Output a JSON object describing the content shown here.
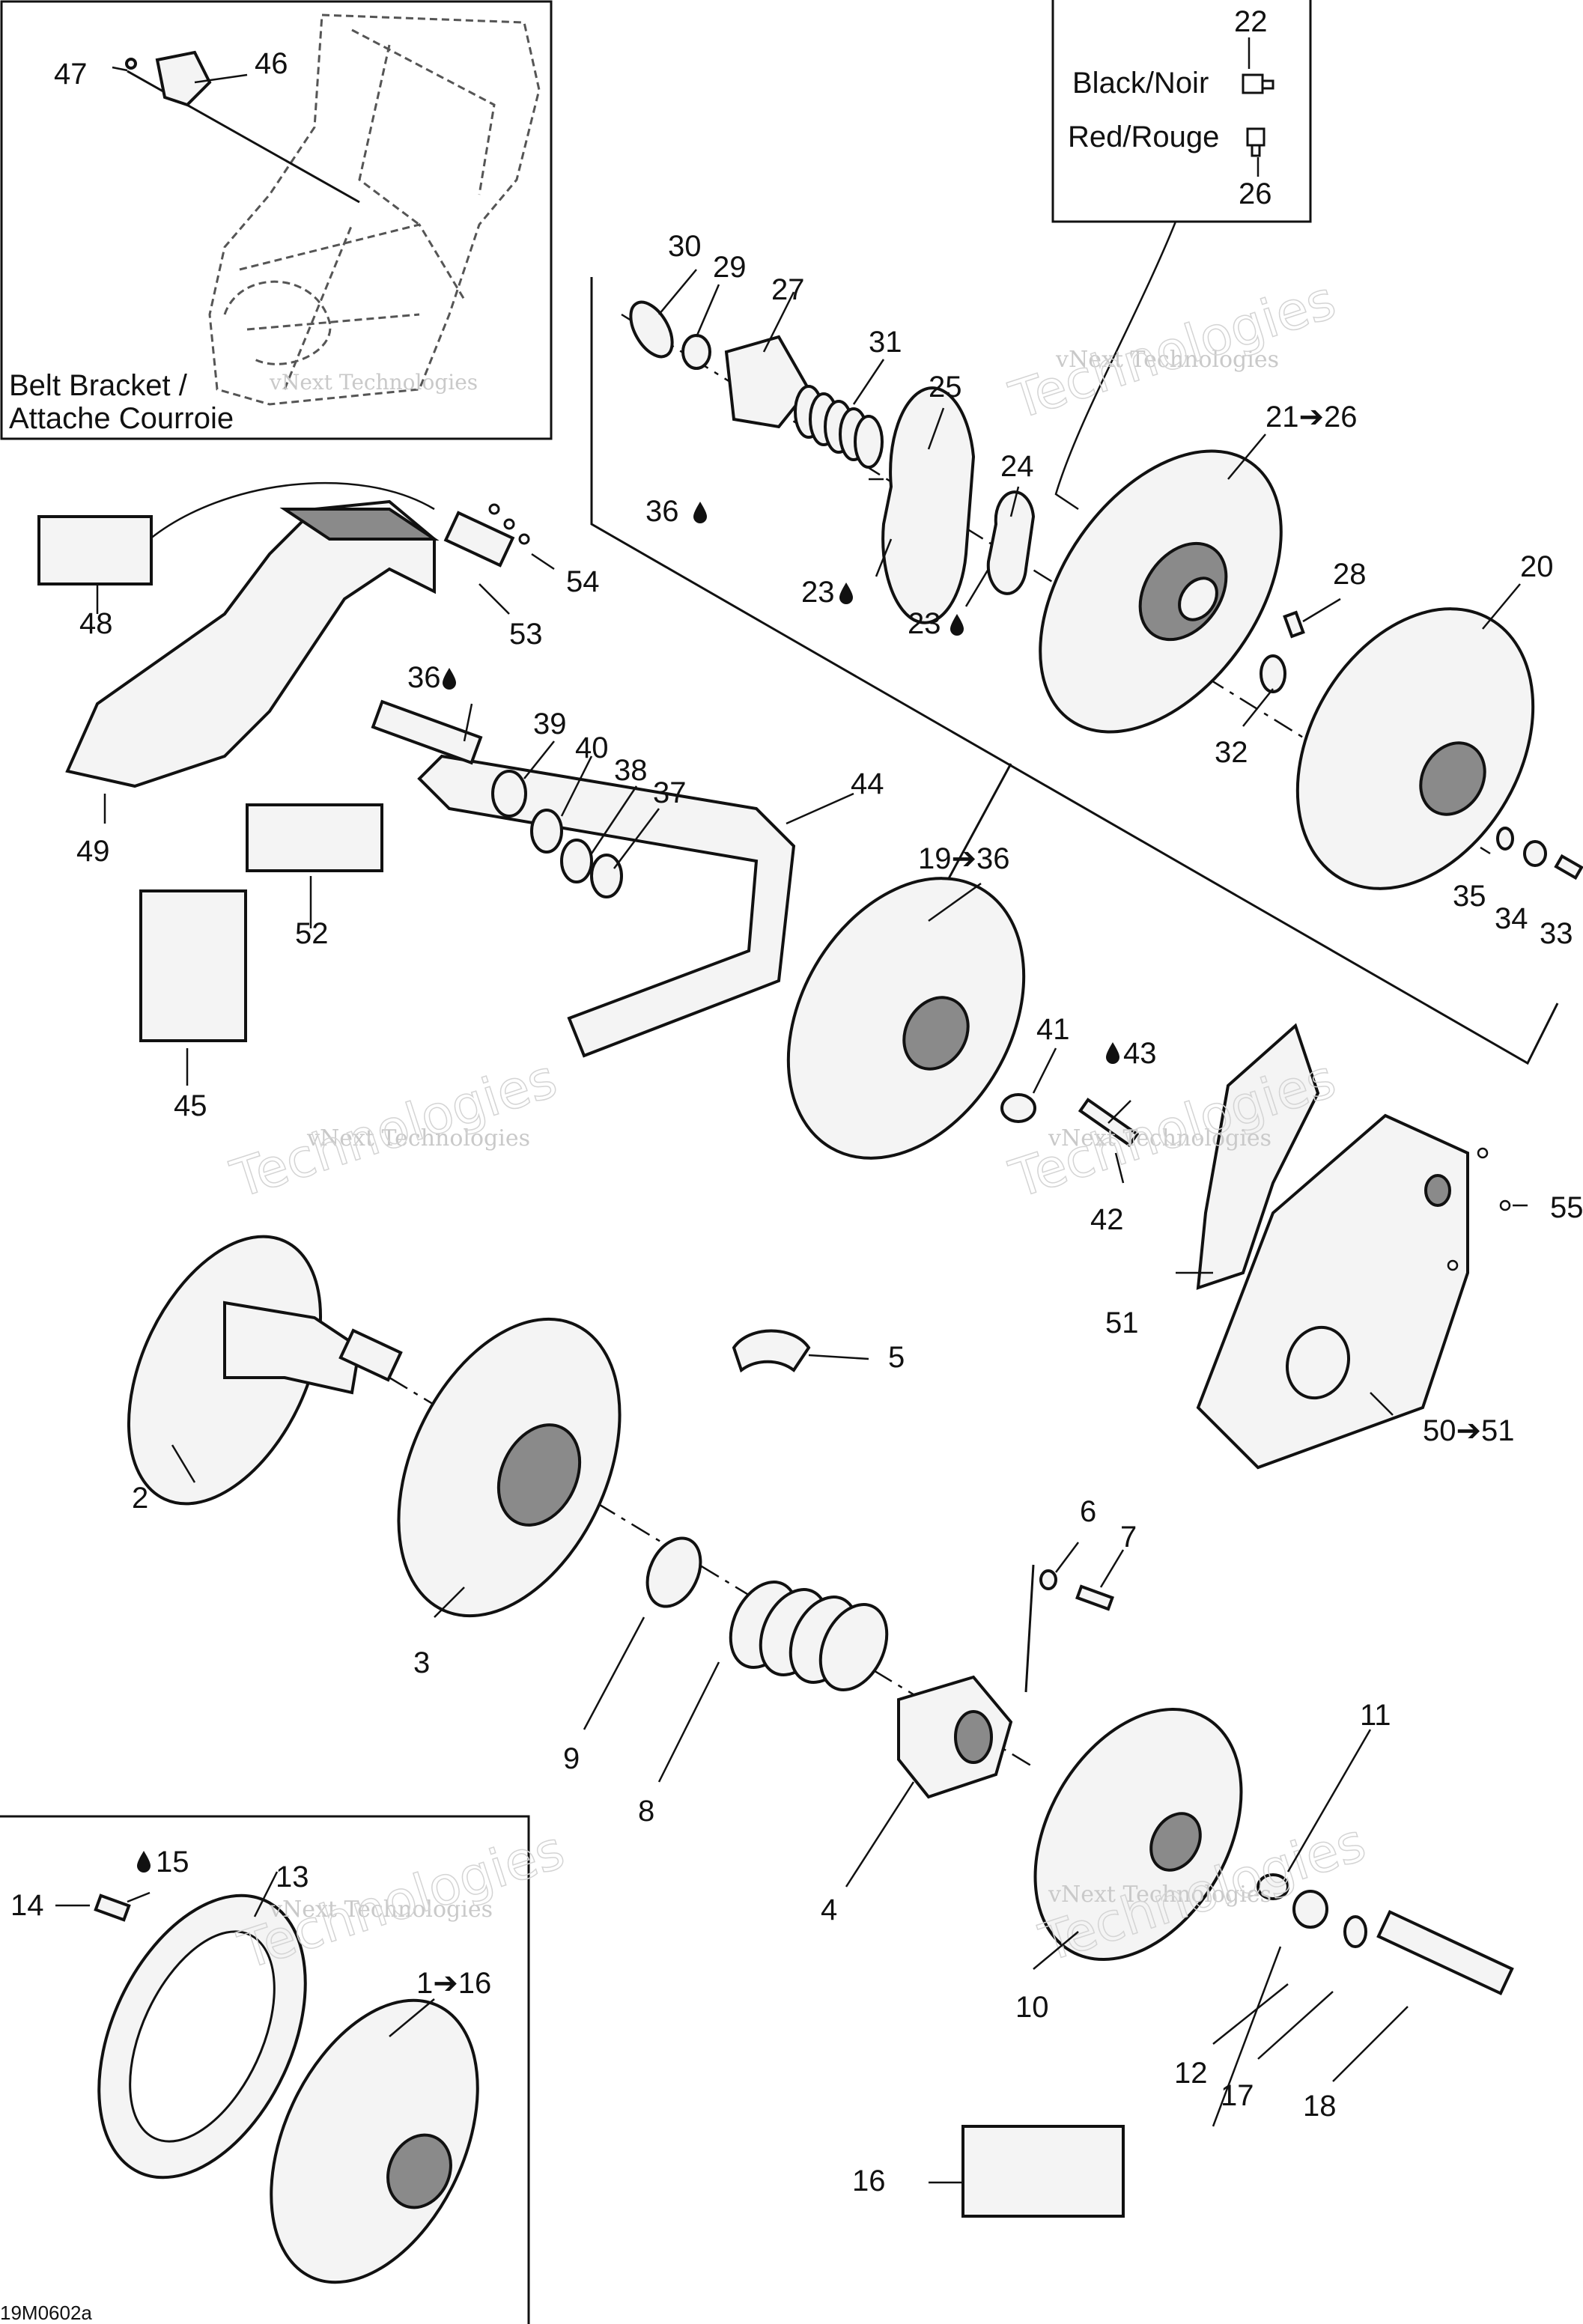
{
  "diagram": {
    "figure_code": "19M0602a",
    "inset_belt_bracket": {
      "line1": "Belt Bracket /",
      "line2": "Attache Courroie"
    },
    "wire_legend": {
      "top_number": "22",
      "black_label": "Black/Noir",
      "red_label": "Red/Rouge",
      "bottom_number": "26"
    },
    "watermark": {
      "line1": "vNext Technologies",
      "line2": "Technologies"
    },
    "callouts": {
      "c1_16": "1➔16",
      "c2": "2",
      "c3": "3",
      "c4": "4",
      "c5": "5",
      "c6": "6",
      "c7": "7",
      "c8": "8",
      "c9": "9",
      "c10": "10",
      "c11": "11",
      "c12": "12",
      "c13": "13",
      "c14": "14",
      "c15": "15",
      "c16": "16",
      "c17": "17",
      "c18": "18",
      "c19_36": "19➔36",
      "c20": "20",
      "c21_26": "21➔26",
      "c23a": "23",
      "c23b": "23",
      "c24": "24",
      "c25": "25",
      "c27": "27",
      "c28": "28",
      "c29": "29",
      "c30": "30",
      "c31": "31",
      "c32": "32",
      "c33": "33",
      "c34": "34",
      "c35": "35",
      "c36a": "36",
      "c36b": "36",
      "c37": "37",
      "c38": "38",
      "c39": "39",
      "c40": "40",
      "c41": "41",
      "c42": "42",
      "c43": "43",
      "c44": "44",
      "c45": "45",
      "c46": "46",
      "c47": "47",
      "c48": "48",
      "c49": "49",
      "c50_51": "50➔51",
      "c51": "51",
      "c52": "52",
      "c53": "53",
      "c54": "54",
      "c55": "55"
    },
    "icons": [
      "grease-drop-icon",
      "black-wire-connector-icon",
      "red-wire-connector-icon"
    ],
    "colors": {
      "ink": "#111111",
      "watermark": "#c9c9c9",
      "background": "#ffffff"
    }
  }
}
